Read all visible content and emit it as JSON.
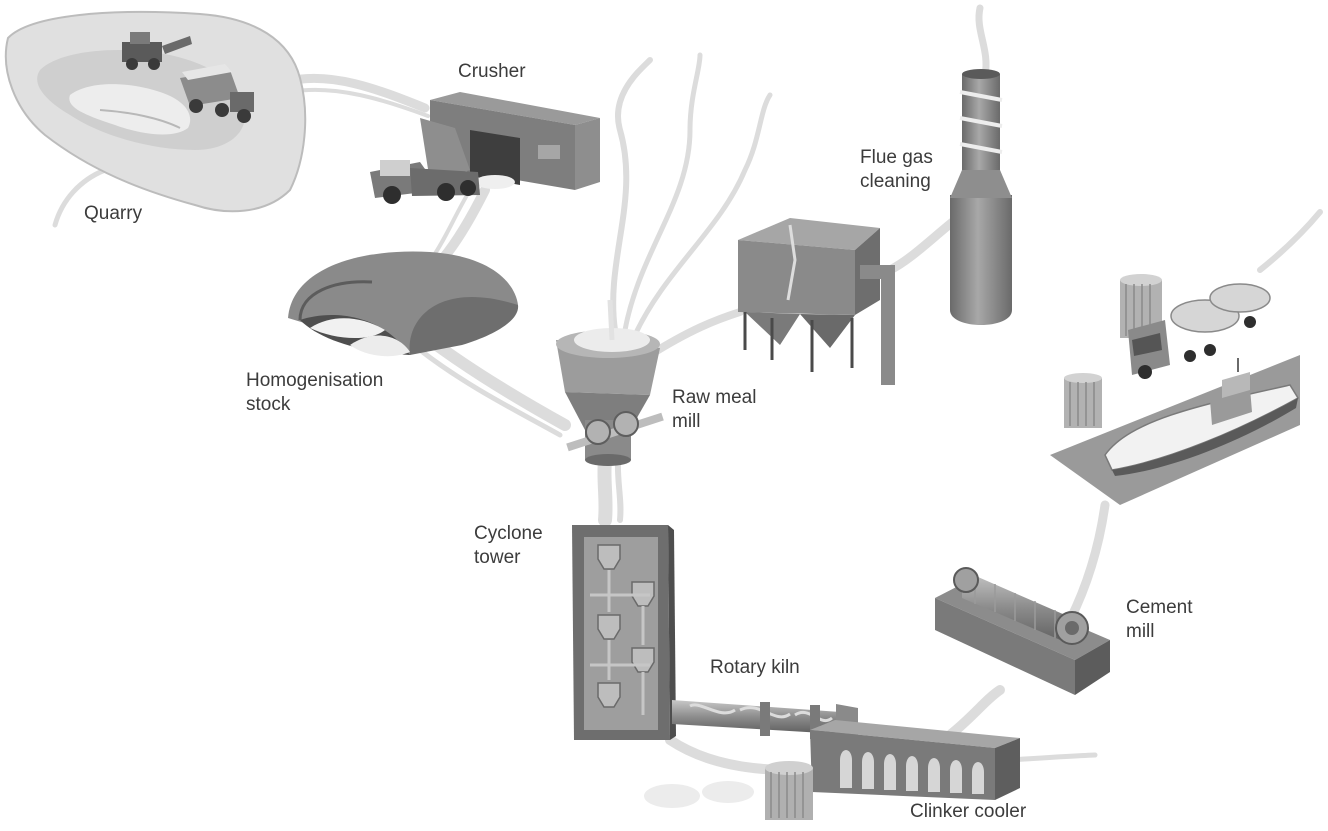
{
  "labels": {
    "quarry": "Quarry",
    "crusher": "Crusher",
    "flue_gas_cleaning": [
      "Flue gas",
      "cleaning"
    ],
    "homogenisation_stock": [
      "Homogenisation",
      "stock"
    ],
    "raw_meal_mill": [
      "Raw meal",
      "mill"
    ],
    "cyclone_tower": [
      "Cyclone",
      "tower"
    ],
    "rotary_kiln": "Rotary kiln",
    "cement_mill": [
      "Cement",
      "mill"
    ],
    "clinker_cooler": "Clinker cooler"
  },
  "colors": {
    "flow_stream": "#d9d9d9",
    "equipment_dark": "#6e6e6e",
    "equipment_mid": "#9a9a9a",
    "equipment_light": "#c8c8c8",
    "label_text": "#3c3c3c"
  }
}
